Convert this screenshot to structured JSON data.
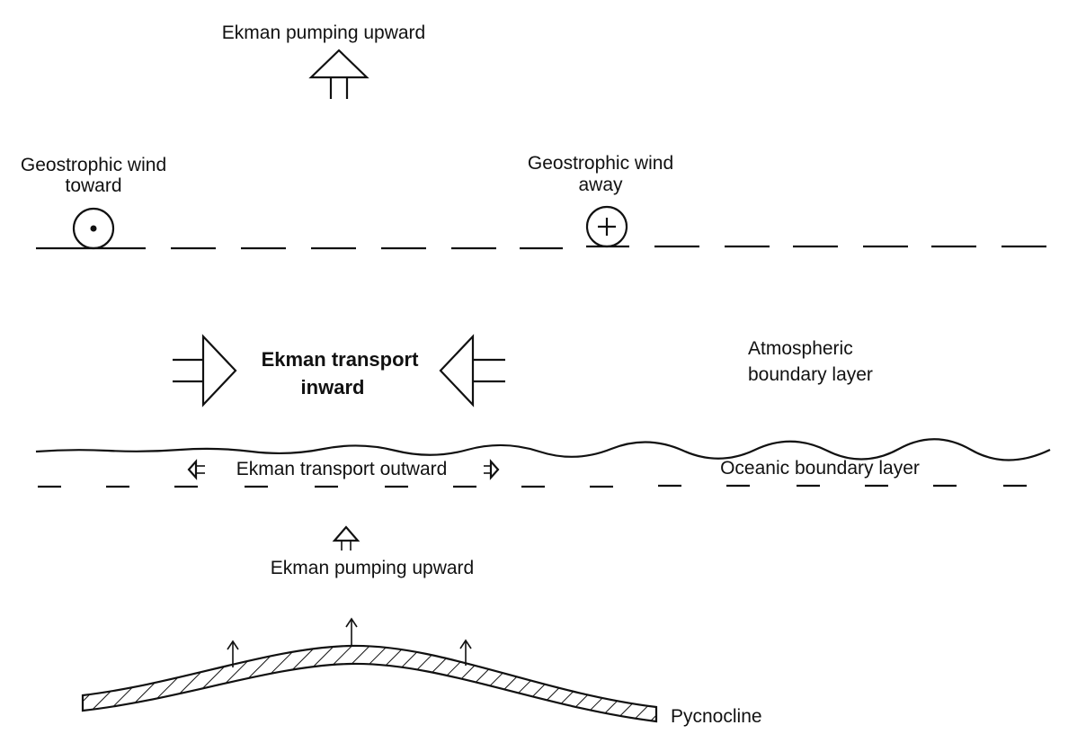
{
  "labels": {
    "pumping_top": "Ekman pumping upward",
    "wind_toward_1": "Geostrophic wind",
    "wind_toward_2": "toward",
    "wind_away_1": "Geostrophic wind",
    "wind_away_2": "away",
    "transport_in_1": "Ekman transport",
    "transport_in_2": "inward",
    "atm_1": "Atmospheric",
    "atm_2": "boundary layer",
    "transport_out": "Ekman transport outward",
    "ocean_layer": "Oceanic boundary layer",
    "pumping_bottom": "Ekman pumping upward",
    "pycnocline": "Pycnocline"
  },
  "colors": {
    "ink": "#111111",
    "background": "#ffffff"
  }
}
